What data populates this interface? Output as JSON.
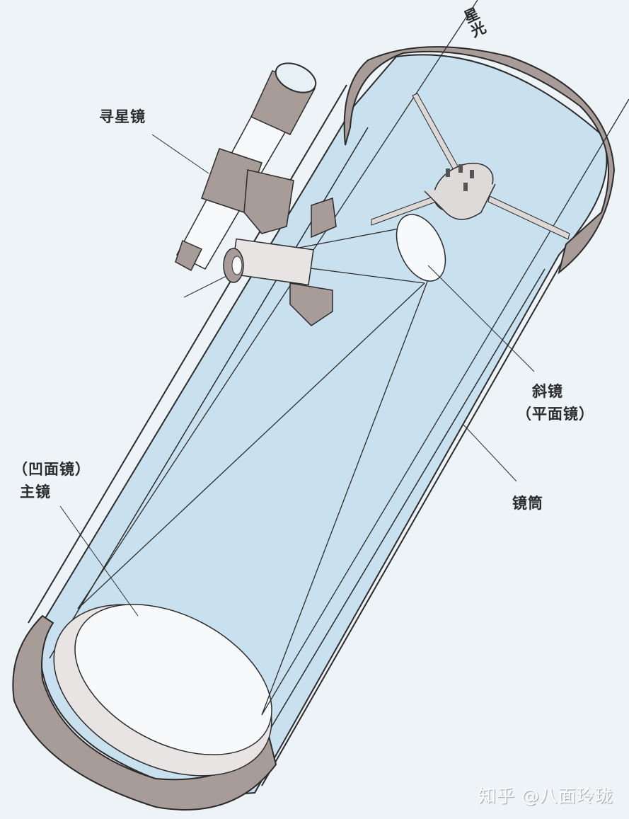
{
  "diagram": {
    "subject": "Newtonian reflector telescope cutaway",
    "labels": {
      "starlight": "星光",
      "finder_scope": "寻星镜",
      "secondary_mirror": "斜镜",
      "secondary_mirror_note": "（平面镜）",
      "primary_mirror_note": "（凹面镜）",
      "primary_mirror": "主镜",
      "tube": "镜筒"
    },
    "watermark": "知乎 @八面玲珑"
  },
  "colors": {
    "background": "#eef3f7",
    "tube_interior": "#c9e1ee",
    "tube_wall": "#dbe9f1",
    "metal_ring": "#a89c99",
    "mirror": "#f7f9fb",
    "line": "#2b2b2b"
  }
}
